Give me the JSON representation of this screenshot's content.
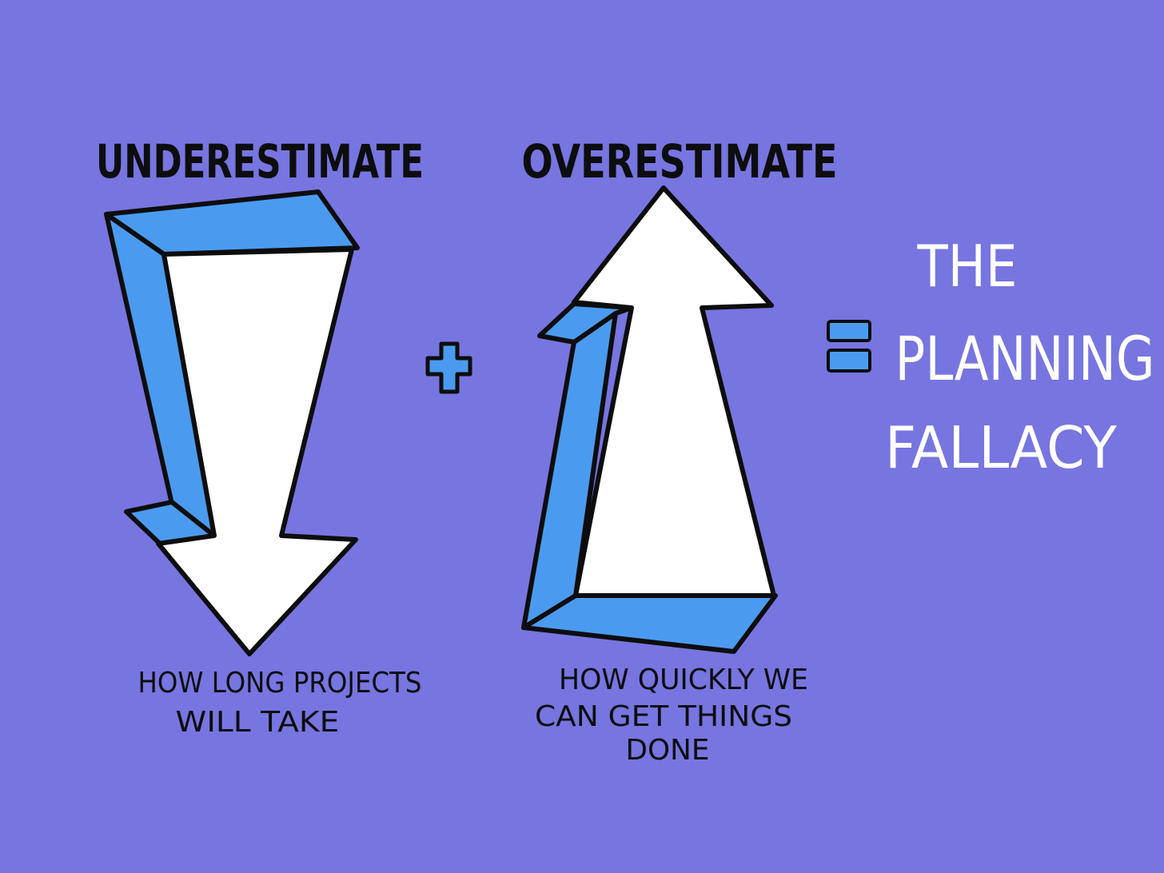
{
  "colors": {
    "background": "#7775e0",
    "arrow_face": "#ffffff",
    "arrow_side": "#4a9bef",
    "outline": "#0d0d0d",
    "operator": "#4a9bef",
    "conclusion_text": "#ffffff"
  },
  "left_term": {
    "heading": "UNDERESTIMATE",
    "arrow_icon": "arrow-down-icon",
    "caption_line1": "HOW LONG PROJECTS",
    "caption_line2": "WILL TAKE"
  },
  "operator_plus": "+",
  "right_term": {
    "heading": "OVERESTIMATE",
    "arrow_icon": "arrow-up-icon",
    "caption_line1": "HOW QUICKLY WE",
    "caption_line2": "CAN GET THINGS",
    "caption_line3": "DONE"
  },
  "operator_equals": "=",
  "result": {
    "line1": "THE",
    "line2": "PLANNING",
    "line3": "FALLACY"
  }
}
